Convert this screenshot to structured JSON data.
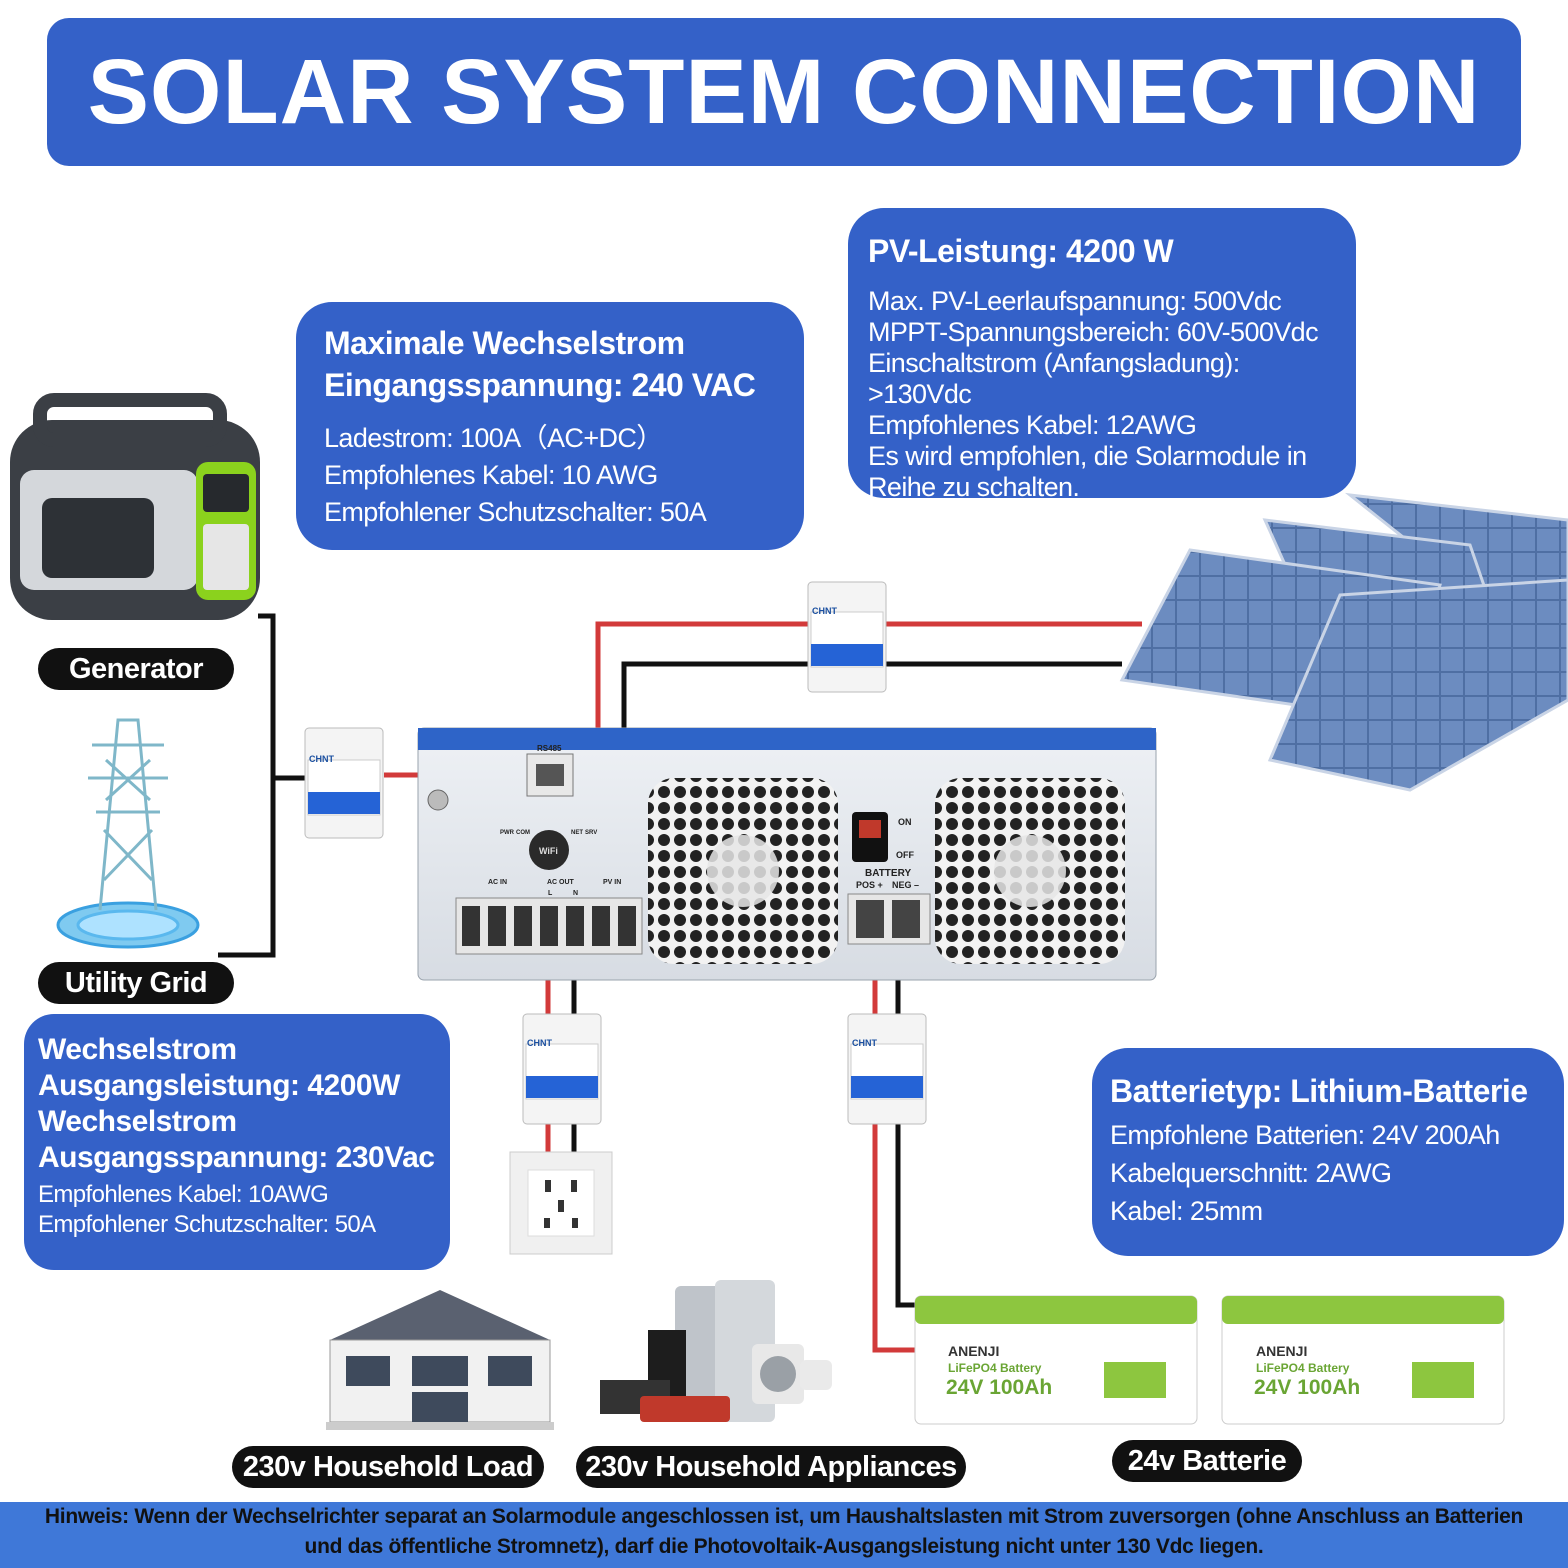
{
  "title": "SOLAR SYSTEM CONNECTION",
  "ac_input_box": {
    "heading_1": "Maximale Wechselstrom",
    "heading_2": "Eingangsspannung: 240 VAC",
    "lines": [
      "Ladestrom: 100A（AC+DC）",
      "Empfohlenes Kabel: 10 AWG",
      "Empfohlener Schutzschalter: 50A"
    ]
  },
  "pv_box": {
    "heading": "PV-Leistung: 4200 W",
    "lines": [
      "Max. PV-Leerlaufspannung: 500Vdc",
      "MPPT-Spannungsbereich: 60V-500Vdc",
      "Einschaltstrom (Anfangsladung): >130Vdc",
      "Empfohlenes Kabel: 12AWG",
      "Es wird empfohlen, die Solarmodule in",
      "Reihe zu schalten."
    ]
  },
  "ac_output_box": {
    "headings": [
      "Wechselstrom",
      "Ausgangsleistung: 4200W",
      "Wechselstrom",
      "Ausgangsspannung: 230Vac"
    ],
    "lines": [
      "Empfohlenes Kabel: 10AWG",
      "Empfohlener Schutzschalter: 50A"
    ]
  },
  "battery_box": {
    "heading": "Batterietyp: Lithium-Batterie",
    "lines": [
      "Empfohlene Batterien: 24V 200Ah",
      "Kabelquerschnitt: 2AWG",
      "Kabel: 25mm"
    ]
  },
  "labels": {
    "generator": "Generator",
    "utility_grid": "Utility Grid",
    "household_load": "230v Household Load",
    "household_appliances": "230v Household Appliances",
    "battery": "24v Batterie"
  },
  "inverter": {
    "rs485": "RS485",
    "wifi": "WiFi",
    "on": "ON",
    "off": "OFF",
    "battery": "BATTERY",
    "pos": "POS +",
    "neg": "NEG –",
    "ac_in": "AC IN",
    "ac_out": "AC OUT",
    "pv_in": "PV IN",
    "pwr": "PWR",
    "com": "COM",
    "net": "NET",
    "srv": "SRV",
    "l": "L",
    "n": "N"
  },
  "breaker_brand": "CHNT",
  "battery_units": [
    {
      "brand": "ANENJI",
      "type": "LiFePO4 Battery",
      "rating": "24V 100Ah"
    },
    {
      "brand": "ANENJI",
      "type": "LiFePO4 Battery",
      "rating": "24V 100Ah"
    }
  ],
  "colors": {
    "accent_blue": "#3461c8",
    "note_blue": "#3f78d8",
    "wire_red": "#d23a3a",
    "wire_black": "#111111",
    "battery_green": "#8dc63f"
  },
  "note": {
    "line_1": "Hinweis: Wenn der Wechselrichter separat an Solarmodule angeschlossen ist, um Haushaltslasten mit Strom zuversorgen (ohne Anschluss an Batterien",
    "line_2": "und das öffentliche Stromnetz), darf die Photovoltaik-Ausgangsleistung nicht unter 130 Vdc liegen."
  }
}
